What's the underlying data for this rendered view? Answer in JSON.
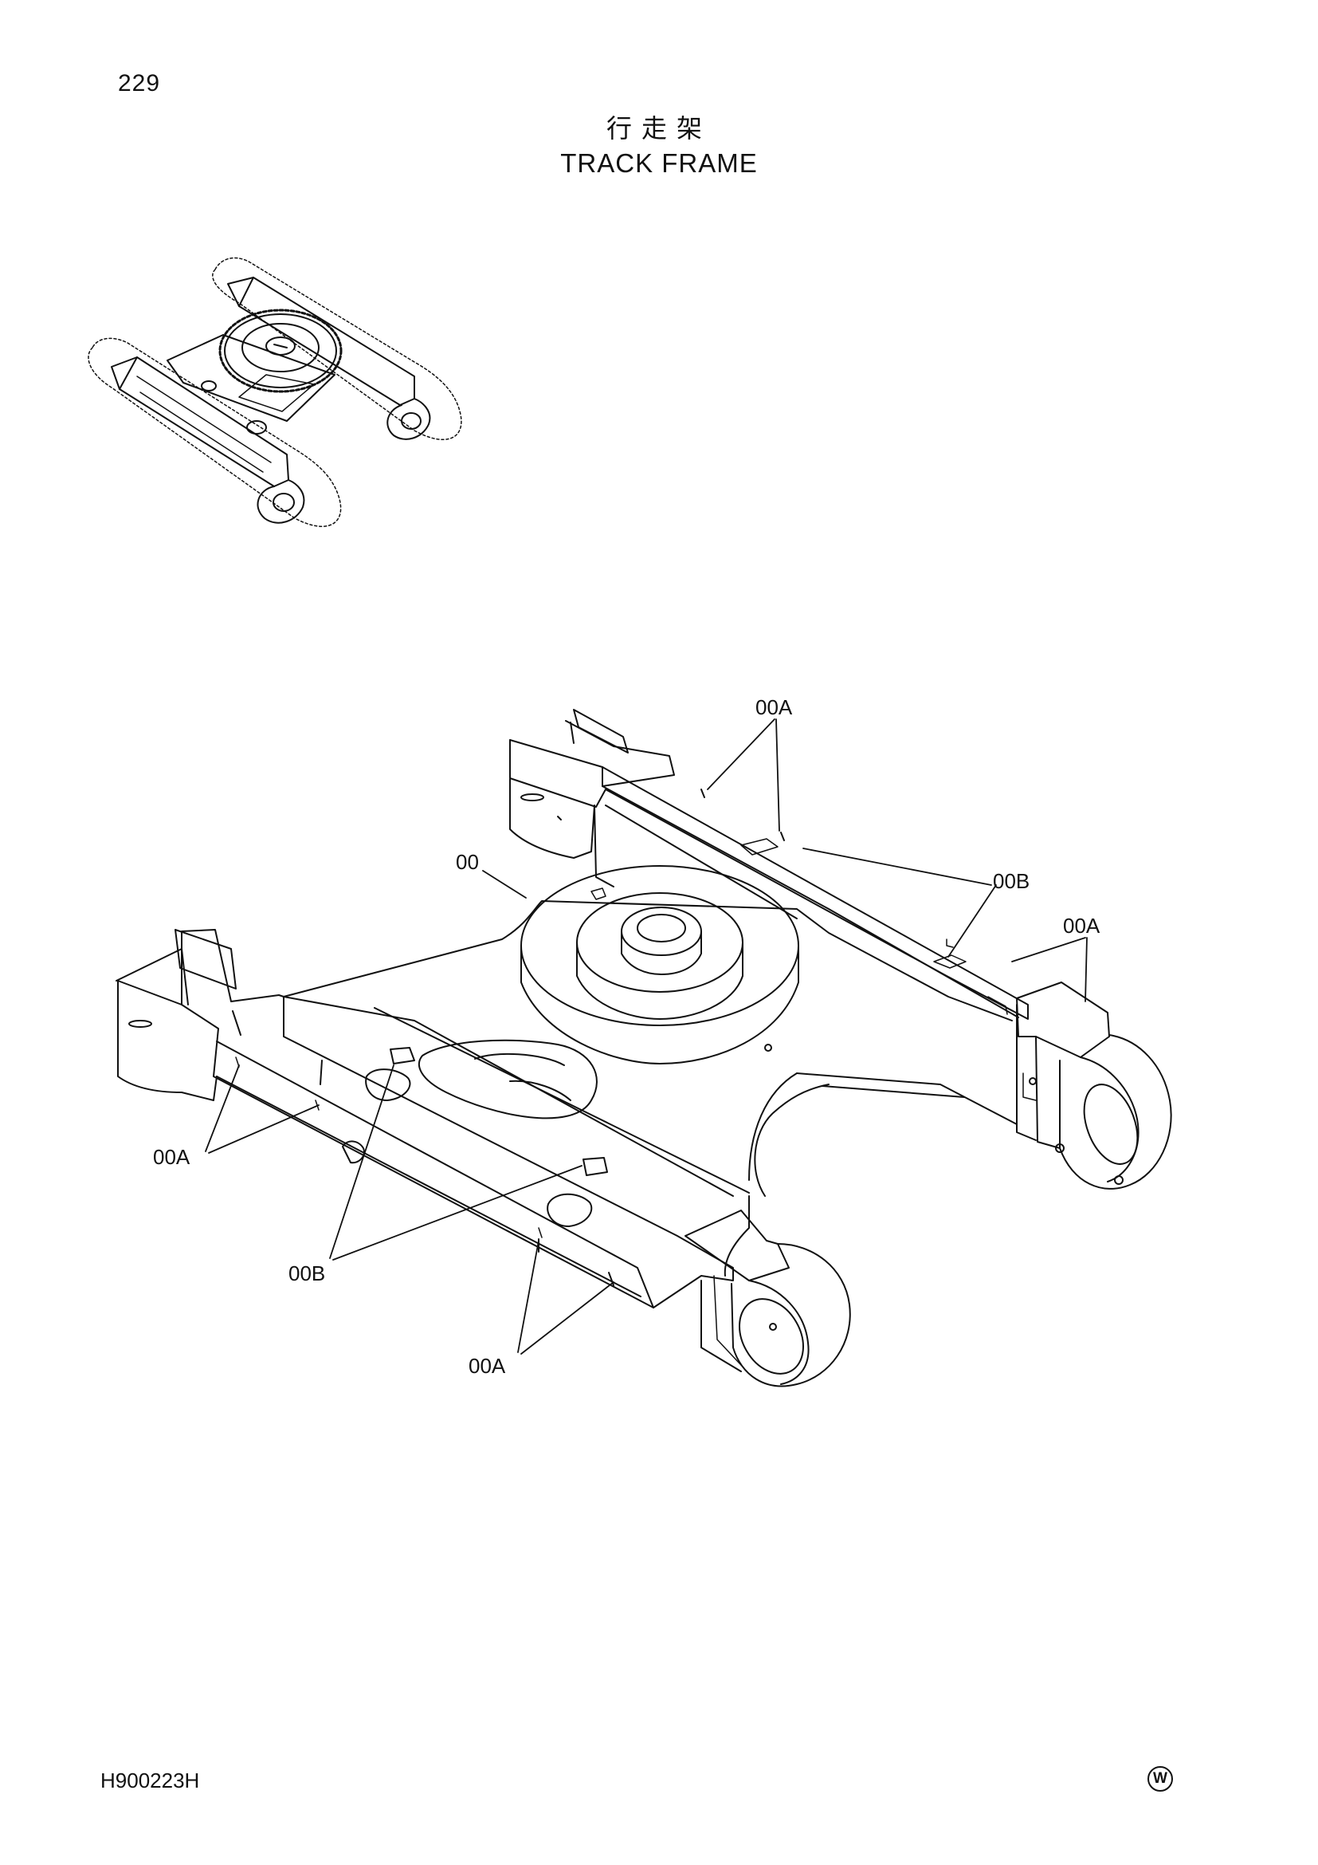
{
  "header": {
    "page_number": "229",
    "title_cn": "行走架",
    "title_en": "TRACK FRAME"
  },
  "callouts": {
    "part_00": "00",
    "part_00A_top": "00A",
    "part_00B_right": "00B",
    "part_00A_right": "00A",
    "part_00A_left": "00A",
    "part_00B_bottom": "00B",
    "part_00A_bottom": "00A"
  },
  "footer": {
    "document_code": "H900223H",
    "mark": "W"
  },
  "icons": {
    "mark_icon": "circled-w-icon"
  }
}
